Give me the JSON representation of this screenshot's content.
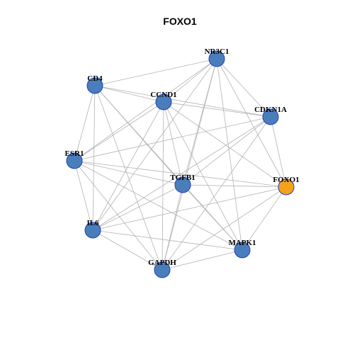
{
  "graph": {
    "title": "FOXO1",
    "colors": {
      "default_node": "#4a7ebb",
      "focus_node": "#f5a21b",
      "node_border": "#1f3fbf",
      "edge": "#b3b3b3"
    },
    "nodes": [
      {
        "id": "NR3C1",
        "label": "NR3C1"
      },
      {
        "id": "CD4",
        "label": "CD4"
      },
      {
        "id": "CCND1",
        "label": "CCND1"
      },
      {
        "id": "CDKN1A",
        "label": "CDKN1A"
      },
      {
        "id": "ESR1",
        "label": "ESR1"
      },
      {
        "id": "TGFB1",
        "label": "TGFB1"
      },
      {
        "id": "FOXO1",
        "label": "FOXO1",
        "focus": true
      },
      {
        "id": "IL6",
        "label": "IL6"
      },
      {
        "id": "MAPK1",
        "label": "MAPK1"
      },
      {
        "id": "GAPDH",
        "label": "GAPDH"
      }
    ],
    "edges": [
      [
        "NR3C1",
        "CD4"
      ],
      [
        "NR3C1",
        "CCND1"
      ],
      [
        "NR3C1",
        "CDKN1A"
      ],
      [
        "NR3C1",
        "ESR1"
      ],
      [
        "NR3C1",
        "TGFB1"
      ],
      [
        "NR3C1",
        "FOXO1"
      ],
      [
        "NR3C1",
        "IL6"
      ],
      [
        "NR3C1",
        "MAPK1"
      ],
      [
        "NR3C1",
        "GAPDH"
      ],
      [
        "CD4",
        "CCND1"
      ],
      [
        "CD4",
        "CDKN1A"
      ],
      [
        "CD4",
        "ESR1"
      ],
      [
        "CD4",
        "TGFB1"
      ],
      [
        "CD4",
        "IL6"
      ],
      [
        "CD4",
        "MAPK1"
      ],
      [
        "CD4",
        "GAPDH"
      ],
      [
        "CCND1",
        "CDKN1A"
      ],
      [
        "CCND1",
        "ESR1"
      ],
      [
        "CCND1",
        "TGFB1"
      ],
      [
        "CCND1",
        "FOXO1"
      ],
      [
        "CCND1",
        "IL6"
      ],
      [
        "CCND1",
        "MAPK1"
      ],
      [
        "CCND1",
        "GAPDH"
      ],
      [
        "CDKN1A",
        "ESR1"
      ],
      [
        "CDKN1A",
        "TGFB1"
      ],
      [
        "CDKN1A",
        "FOXO1"
      ],
      [
        "CDKN1A",
        "IL6"
      ],
      [
        "CDKN1A",
        "GAPDH"
      ],
      [
        "ESR1",
        "TGFB1"
      ],
      [
        "ESR1",
        "FOXO1"
      ],
      [
        "ESR1",
        "IL6"
      ],
      [
        "ESR1",
        "MAPK1"
      ],
      [
        "ESR1",
        "GAPDH"
      ],
      [
        "TGFB1",
        "FOXO1"
      ],
      [
        "TGFB1",
        "IL6"
      ],
      [
        "TGFB1",
        "MAPK1"
      ],
      [
        "TGFB1",
        "GAPDH"
      ],
      [
        "FOXO1",
        "IL6"
      ],
      [
        "FOXO1",
        "MAPK1"
      ],
      [
        "FOXO1",
        "GAPDH"
      ],
      [
        "IL6",
        "MAPK1"
      ],
      [
        "IL6",
        "GAPDH"
      ],
      [
        "MAPK1",
        "GAPDH"
      ]
    ]
  }
}
